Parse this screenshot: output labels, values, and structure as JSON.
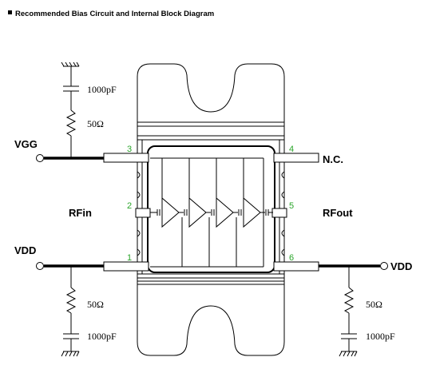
{
  "title": "Recommended Bias Circuit and Internal Block Diagram",
  "signals": {
    "vgg": "VGG",
    "vdd_left": "VDD",
    "vdd_right": "VDD",
    "rfin": "RFin",
    "rfout": "RFout",
    "nc": "N.C."
  },
  "components": {
    "cap_top": "1000pF",
    "res_top": "50Ω",
    "res_left_bottom": "50Ω",
    "cap_left_bottom": "1000pF",
    "res_right_bottom": "50Ω",
    "cap_right_bottom": "1000pF"
  },
  "pins": {
    "p1": "1",
    "p2": "2",
    "p3": "3",
    "p4": "4",
    "p5": "5",
    "p6": "6"
  },
  "colors": {
    "pin_label": "#2aa52a",
    "lines": "#000000"
  }
}
